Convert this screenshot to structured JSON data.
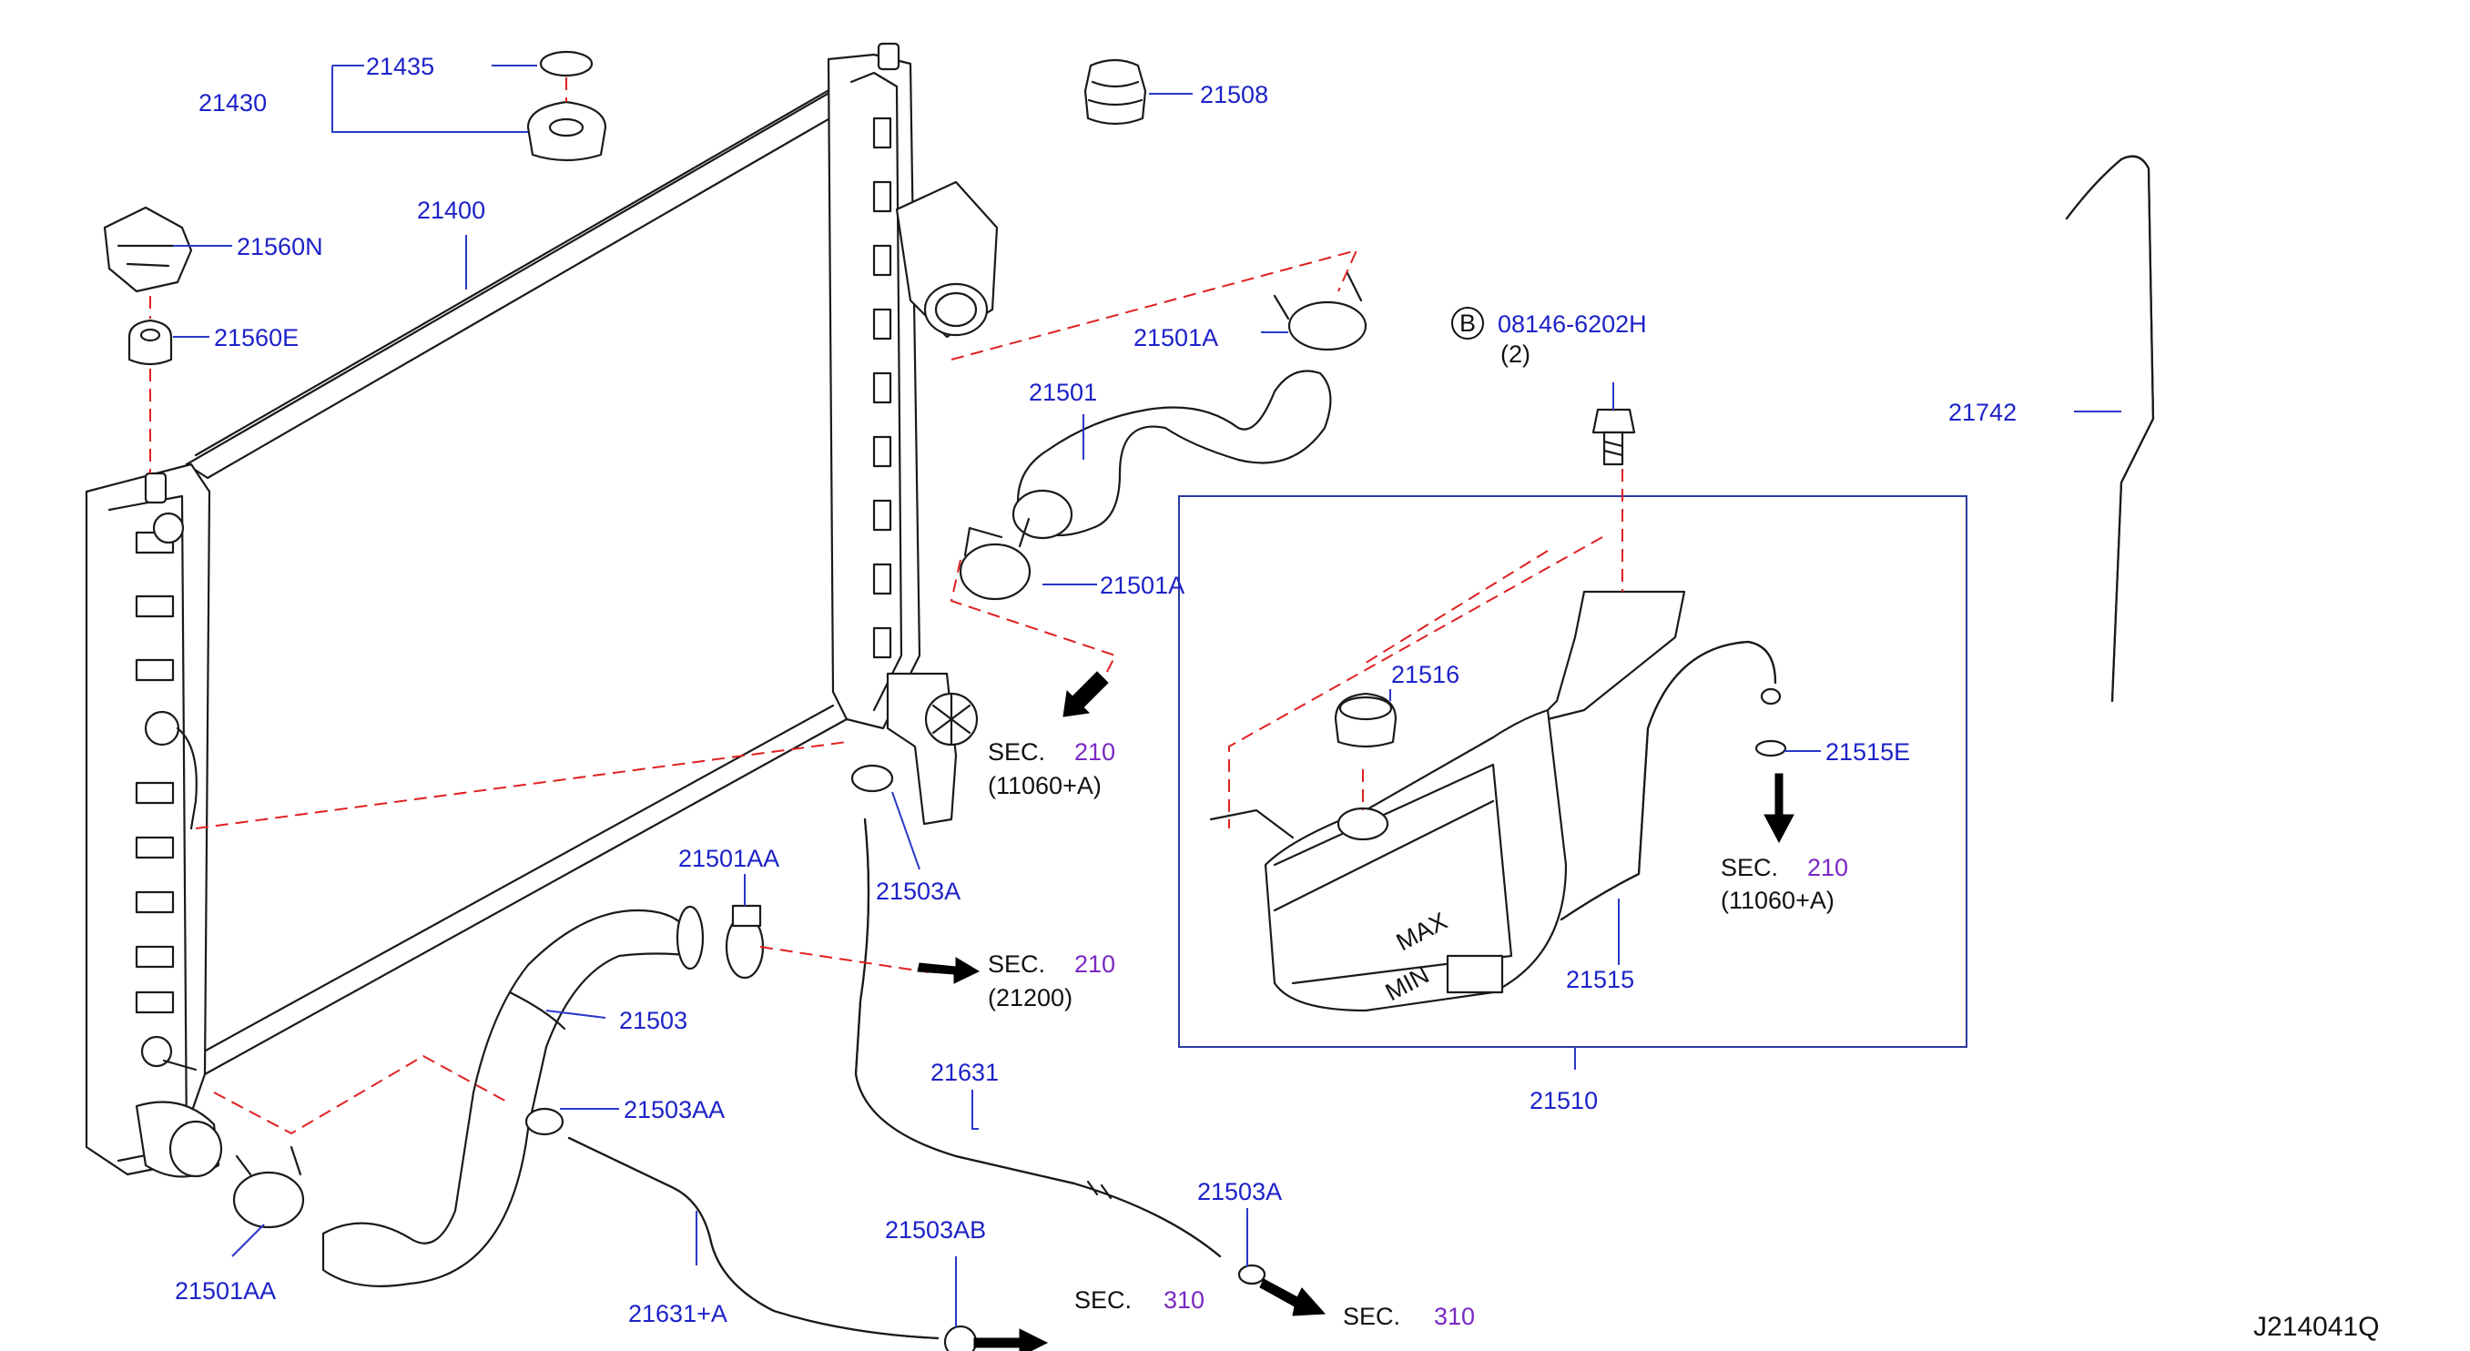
{
  "labels": {
    "p21435": "21435",
    "p21430": "21430",
    "p21400": "21400",
    "p21560N": "21560N",
    "p21560E": "21560E",
    "p21508": "21508",
    "p21501A_top": "21501A",
    "p21501": "21501",
    "p21501A_bot": "21501A",
    "p08146": "08146-6202H",
    "p08146_qty": "(2)",
    "p08146_badge": "B",
    "p21742": "21742",
    "p21516": "21516",
    "p21515E": "21515E",
    "p21515": "21515",
    "p21510": "21510",
    "p21501AA_top": "21501AA",
    "p21503A_top": "21503A",
    "p21503": "21503",
    "p21503AA": "21503AA",
    "p21631": "21631",
    "p21503A_bot": "21503A",
    "p21503AB": "21503AB",
    "p21631A": "21631+A",
    "p21501AA_bot": "21501AA"
  },
  "sections": [
    {
      "prefix": "SEC.",
      "number": "210",
      "ref": "(11060+A)"
    },
    {
      "prefix": "SEC.",
      "number": "210",
      "ref": "(21200)"
    },
    {
      "prefix": "SEC.",
      "number": "210",
      "ref": "(11060+A)"
    },
    {
      "prefix": "SEC.",
      "number": "310",
      "ref": ""
    },
    {
      "prefix": "SEC.",
      "number": "310",
      "ref": ""
    }
  ],
  "tank_marks": {
    "max": "MAX",
    "min": "MIN"
  },
  "diagram_code": "J214041Q",
  "colors": {
    "label": "#1d22c8",
    "section_number": "#7a28c4",
    "dashed_line": "#e02020",
    "box": "#2a3aa0"
  }
}
